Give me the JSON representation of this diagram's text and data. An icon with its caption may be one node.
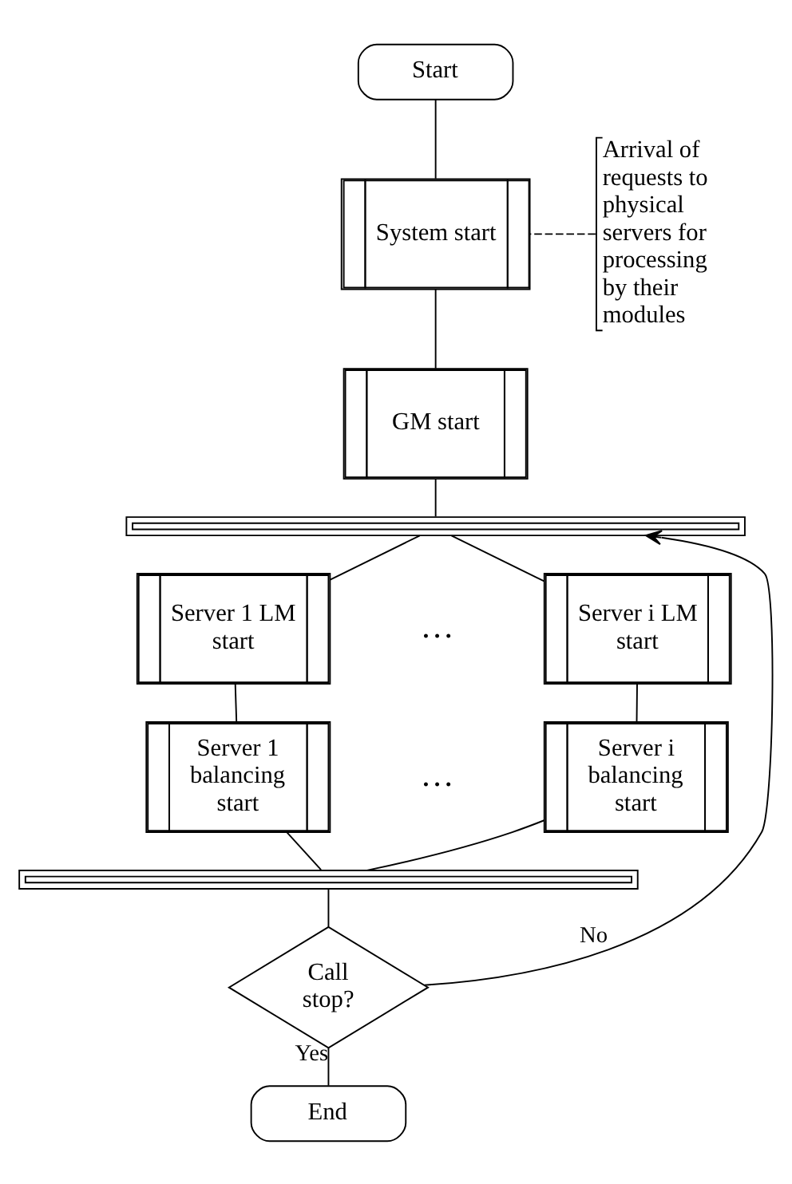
{
  "diagram": {
    "nodes": [
      {
        "text": [
          "Start"
        ]
      },
      {
        "text": [
          "System start"
        ]
      },
      {
        "text": [
          "Arrival of requests to physical servers for processing by their modules"
        ]
      },
      {
        "text": [
          "GM start"
        ]
      },
      {
        "text": [],
        "shape": "bar"
      },
      {
        "text": [
          "Server 1 LM start"
        ]
      },
      {
        "text": [
          "Server i LM start"
        ]
      },
      {
        "text": [
          "Server 1 balancing start"
        ]
      },
      {
        "text": [
          "Server i balancing start"
        ]
      },
      {
        "text": [],
        "shape": "bar"
      },
      {
        "text": [
          "Call stop?"
        ]
      },
      {
        "text": [
          "End"
        ]
      }
    ],
    "edges": [
      {
        "from": 0,
        "to": 1,
        "arrow": "none"
      },
      {
        "from": 2,
        "to": 1,
        "arrow": "none",
        "style": "dashed"
      },
      {
        "from": 1,
        "to": 3,
        "arrow": "none"
      },
      {
        "from": 3,
        "to": 4,
        "arrow": "none"
      },
      {
        "from": 4,
        "to": 5,
        "arrow": "none"
      },
      {
        "from": 4,
        "to": 6,
        "arrow": "none"
      },
      {
        "from": 5,
        "to": 7,
        "arrow": "none"
      },
      {
        "from": 6,
        "to": 8,
        "arrow": "none"
      },
      {
        "from": 7,
        "to": 9,
        "arrow": "none"
      },
      {
        "from": 8,
        "to": 9,
        "arrow": "none"
      },
      {
        "from": 9,
        "to": 10,
        "arrow": "none"
      },
      {
        "from": 10,
        "to": 4,
        "arrow": "to",
        "label": "No"
      },
      {
        "from": 10,
        "to": 11,
        "arrow": "none",
        "label": "Yes"
      }
    ],
    "labels": [
      "…",
      "…"
    ]
  }
}
